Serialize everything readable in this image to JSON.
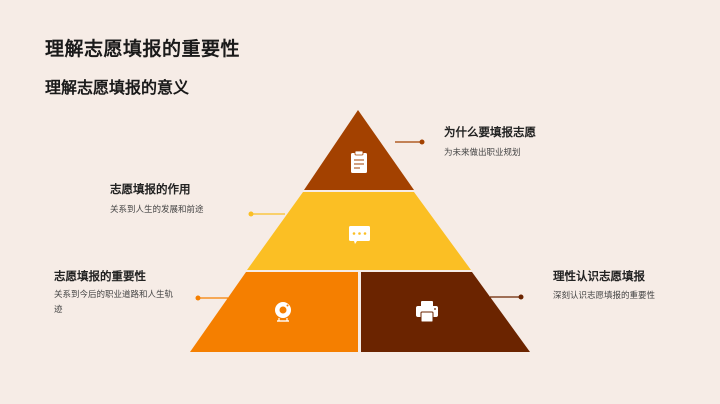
{
  "header": {
    "title": "理解志愿填报的重要性",
    "subtitle": "理解志愿填报的意义"
  },
  "colors": {
    "background": "#f6ece6",
    "top": "#a34100",
    "middle": "#fbbf24",
    "bottom_left": "#f57f00",
    "bottom_right": "#6b2400"
  },
  "pyramid": {
    "top": {
      "icon": "clipboard-icon",
      "title": "为什么要填报志愿",
      "desc": "为未来做出职业规划"
    },
    "middle": {
      "icon": "chat-bubble-icon",
      "title": "志愿填报的作用",
      "desc": "关系到人生的发展和前途"
    },
    "bottom_left": {
      "icon": "webcam-icon",
      "title": "志愿填报的重要性",
      "desc": "关系到今后的职业道路和人生轨迹"
    },
    "bottom_right": {
      "icon": "printer-icon",
      "title": "理性认识志愿填报",
      "desc": "深刻认识志愿填报的重要性"
    }
  }
}
